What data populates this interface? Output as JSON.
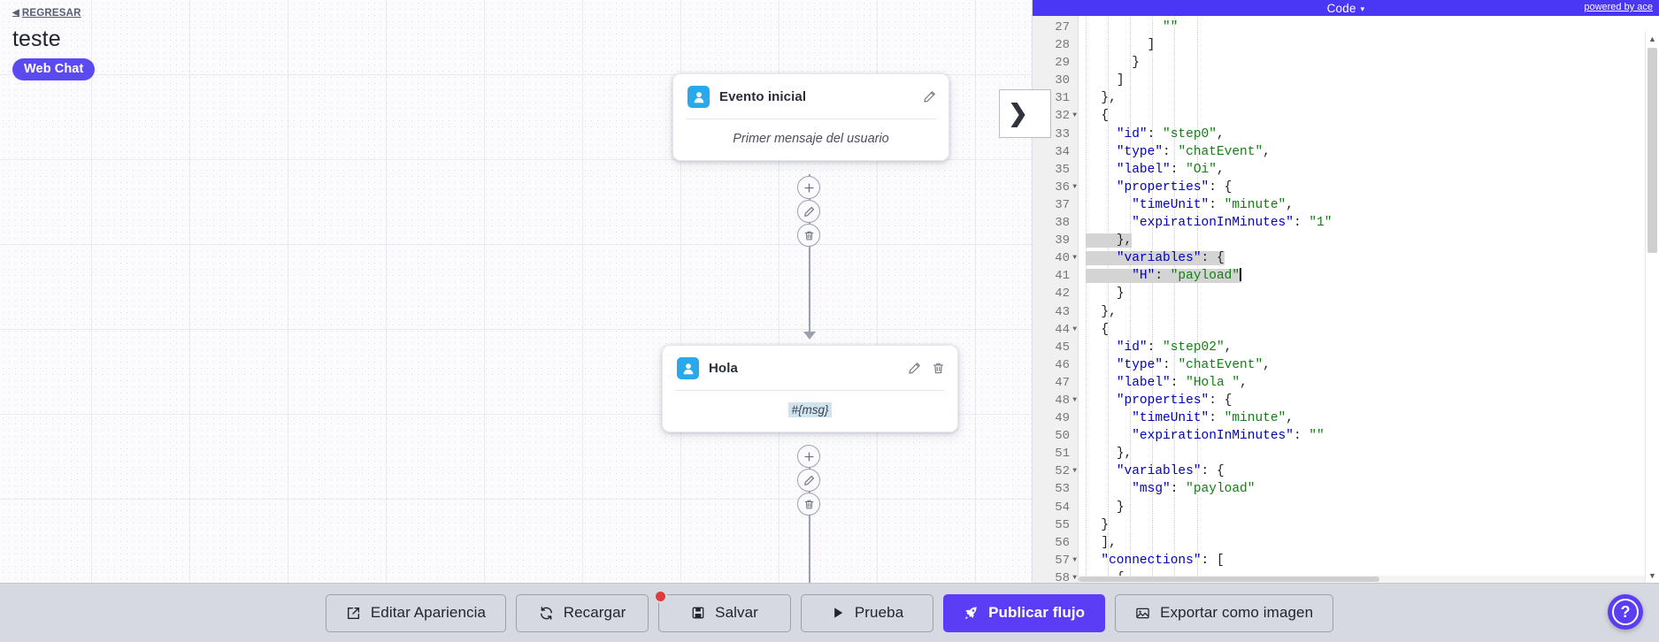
{
  "header": {
    "back_label": "REGRESAR",
    "back_icon": "chevron-left-icon",
    "title": "teste",
    "channel_badge": "Web Chat",
    "badge_color": "#5b4af2"
  },
  "canvas": {
    "nodes": [
      {
        "id": "evento-inicial",
        "avatar_icon": "user-icon",
        "avatar_color": "#29a9ea",
        "title": "Evento inicial",
        "body_text": "Primer mensaje del usuario",
        "body_style": "placeholder",
        "edit_icon": "pencil-icon",
        "has_delete": false
      },
      {
        "id": "hola",
        "avatar_icon": "user-icon",
        "avatar_color": "#29a9ea",
        "title": "Hola",
        "body_text": "#{msg}",
        "body_style": "variable-chip",
        "edit_icon": "pencil-icon",
        "delete_icon": "trash-icon",
        "has_delete": true
      }
    ],
    "inline_actions": [
      {
        "add_icon": "plus-icon",
        "edit_icon": "pencil-icon",
        "delete_icon": "trash-icon"
      },
      {
        "add_icon": "plus-icon",
        "edit_icon": "pencil-icon",
        "delete_icon": "trash-icon"
      }
    ]
  },
  "code_panel": {
    "title": "Code",
    "title_caret": "▾",
    "powered_by": "powered by ace",
    "header_color": "#4a37f5",
    "fold_widget_icon": "chevron-right-icon",
    "scroll_up_icon": "▲",
    "scroll_down_icon": "▼",
    "first_line_number": 27,
    "lines": [
      {
        "n": 27,
        "fold": false,
        "indent": 5,
        "text": "\"\"",
        "sel": false
      },
      {
        "n": 28,
        "fold": false,
        "indent": 4,
        "text": "]",
        "sel": false
      },
      {
        "n": 29,
        "fold": false,
        "indent": 3,
        "text": "}",
        "sel": false
      },
      {
        "n": 30,
        "fold": false,
        "indent": 2,
        "text": "]",
        "sel": false
      },
      {
        "n": 31,
        "fold": false,
        "indent": 1,
        "text": "},",
        "sel": false
      },
      {
        "n": 32,
        "fold": true,
        "indent": 1,
        "text": "{",
        "sel": false
      },
      {
        "n": 33,
        "fold": false,
        "indent": 2,
        "text": "\"id\": \"step0\",",
        "sel": false
      },
      {
        "n": 34,
        "fold": false,
        "indent": 2,
        "text": "\"type\": \"chatEvent\",",
        "sel": false
      },
      {
        "n": 35,
        "fold": false,
        "indent": 2,
        "text": "\"label\": \"Oi\",",
        "sel": false
      },
      {
        "n": 36,
        "fold": true,
        "indent": 2,
        "text": "\"properties\": {",
        "sel": false
      },
      {
        "n": 37,
        "fold": false,
        "indent": 3,
        "text": "\"timeUnit\": \"minute\",",
        "sel": false
      },
      {
        "n": 38,
        "fold": false,
        "indent": 3,
        "text": "\"expirationInMinutes\": \"1\"",
        "sel": false
      },
      {
        "n": 39,
        "fold": false,
        "indent": 2,
        "text": "},",
        "sel": true
      },
      {
        "n": 40,
        "fold": true,
        "indent": 2,
        "text": "\"variables\": {",
        "sel": true
      },
      {
        "n": 41,
        "fold": false,
        "indent": 3,
        "text": "\"H\": \"payload\"",
        "sel": true,
        "caret": true
      },
      {
        "n": 42,
        "fold": false,
        "indent": 2,
        "text": "}",
        "sel": false
      },
      {
        "n": 43,
        "fold": false,
        "indent": 1,
        "text": "},",
        "sel": false
      },
      {
        "n": 44,
        "fold": true,
        "indent": 1,
        "text": "{",
        "sel": false
      },
      {
        "n": 45,
        "fold": false,
        "indent": 2,
        "text": "\"id\": \"step02\",",
        "sel": false
      },
      {
        "n": 46,
        "fold": false,
        "indent": 2,
        "text": "\"type\": \"chatEvent\",",
        "sel": false
      },
      {
        "n": 47,
        "fold": false,
        "indent": 2,
        "text": "\"label\": \"Hola \",",
        "sel": false
      },
      {
        "n": 48,
        "fold": true,
        "indent": 2,
        "text": "\"properties\": {",
        "sel": false
      },
      {
        "n": 49,
        "fold": false,
        "indent": 3,
        "text": "\"timeUnit\": \"minute\",",
        "sel": false
      },
      {
        "n": 50,
        "fold": false,
        "indent": 3,
        "text": "\"expirationInMinutes\": \"\"",
        "sel": false
      },
      {
        "n": 51,
        "fold": false,
        "indent": 2,
        "text": "},",
        "sel": false
      },
      {
        "n": 52,
        "fold": true,
        "indent": 2,
        "text": "\"variables\": {",
        "sel": false
      },
      {
        "n": 53,
        "fold": false,
        "indent": 3,
        "text": "\"msg\": \"payload\"",
        "sel": false
      },
      {
        "n": 54,
        "fold": false,
        "indent": 2,
        "text": "}",
        "sel": false
      },
      {
        "n": 55,
        "fold": false,
        "indent": 1,
        "text": "}",
        "sel": false
      },
      {
        "n": 56,
        "fold": false,
        "indent": 1,
        "text": "],",
        "sel": false
      },
      {
        "n": 57,
        "fold": true,
        "indent": 1,
        "text": "\"connections\": [",
        "sel": false
      },
      {
        "n": 58,
        "fold": true,
        "indent": 2,
        "text": "{",
        "sel": false
      }
    ]
  },
  "toolbar": {
    "buttons": [
      {
        "id": "editar-apariencia",
        "label": "Editar Apariencia",
        "icon": "edit-square-icon",
        "primary": false,
        "badge": false
      },
      {
        "id": "recargar",
        "label": "Recargar",
        "icon": "refresh-icon",
        "primary": false,
        "badge": false
      },
      {
        "id": "salvar",
        "label": "Salvar",
        "icon": "save-icon",
        "primary": false,
        "badge": true
      },
      {
        "id": "prueba",
        "label": "Prueba",
        "icon": "play-icon",
        "primary": false,
        "badge": false
      },
      {
        "id": "publicar-flujo",
        "label": "Publicar flujo",
        "icon": "rocket-icon",
        "primary": true,
        "badge": false
      },
      {
        "id": "exportar-imagen",
        "label": "Exportar como imagen",
        "icon": "image-icon",
        "primary": false,
        "badge": false
      }
    ],
    "help_label": "?",
    "primary_color": "#5b3df5",
    "badge_color": "#e03a3a"
  }
}
